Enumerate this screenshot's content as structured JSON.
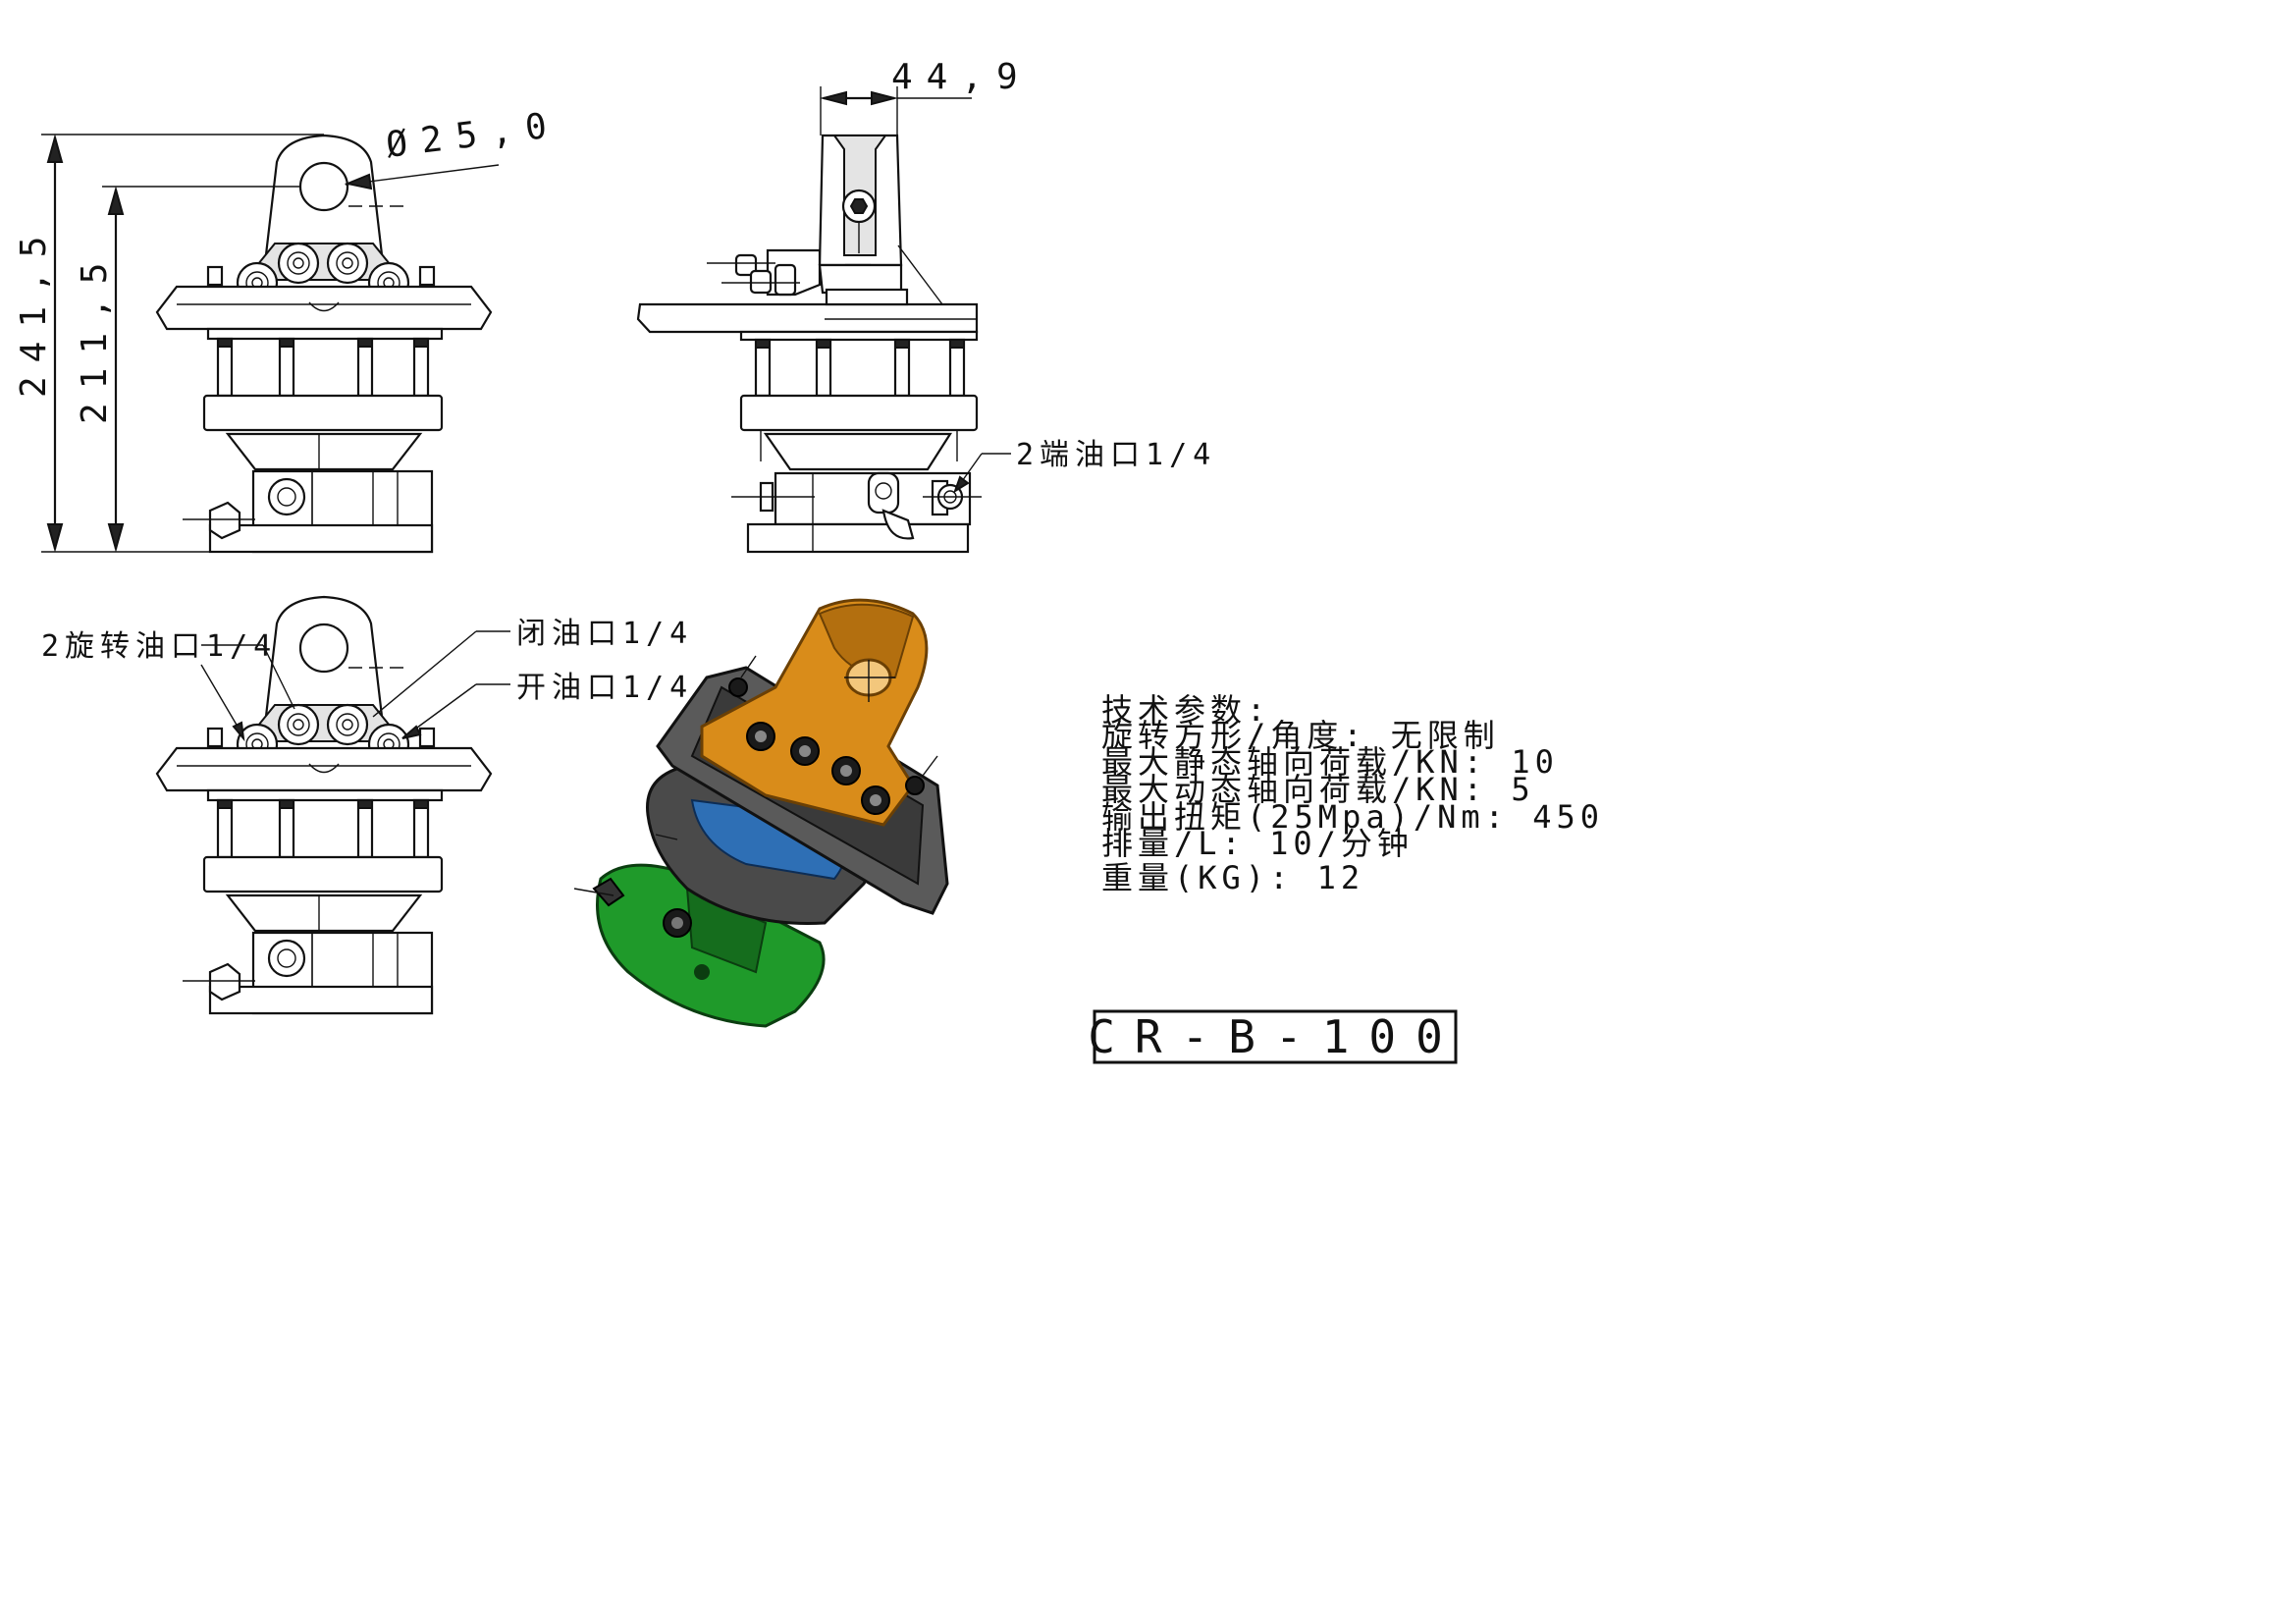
{
  "dimensions": {
    "overall_height": "241,5",
    "height_to_bore": "211,5",
    "bore_diameter": "Ø25,0",
    "lug_width": "44,9"
  },
  "callouts": {
    "side_port": "2端油口1/4",
    "rotation_port": "2旋转油口1/4",
    "close_port": "闭油口1/4",
    "open_port": "开油口1/4"
  },
  "specs": {
    "heading": "技术参数:",
    "rotation": "旋转方形/角度:  无限制",
    "max_static_axial": "最大静态轴向荷载/KN:  10",
    "max_dynamic_axial": "最大动态轴向荷载/KN:  5",
    "output_torque": "输出扭矩(25Mpa)/Nm:  450",
    "displacement": "排量/L:  10/分钟",
    "weight": "重量(KG):  12"
  },
  "title_block": {
    "model": "CR-B-100"
  },
  "colors": {
    "lug_orange": "#d98c1a",
    "body_gray": "#4a4a4a",
    "seal_blue": "#2e6fb5",
    "base_green": "#1f9a2a"
  }
}
